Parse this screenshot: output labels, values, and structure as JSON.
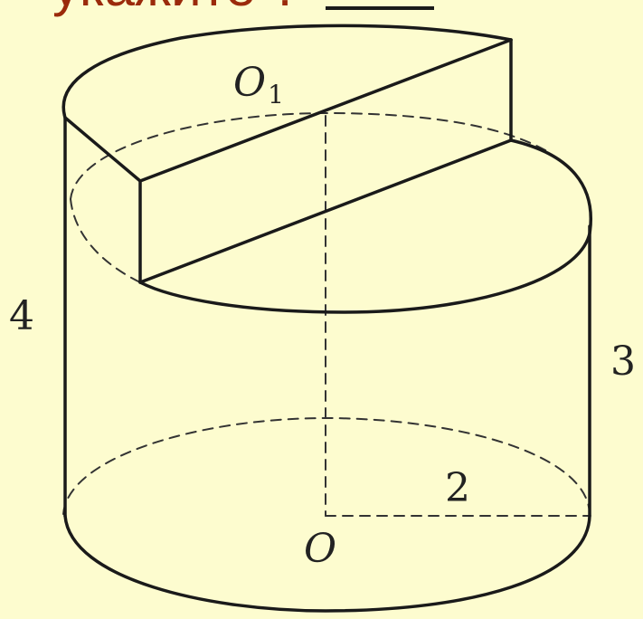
{
  "header": {
    "text": "укажите ?"
  },
  "labels": {
    "top_center": "O",
    "top_center_subscript": "1",
    "bottom_center": "O",
    "height_left": "4",
    "height_right": "3",
    "radius": "2"
  },
  "colors": {
    "background": "#fdfccf",
    "header_text": "#9b2a0b",
    "line": "#1a1a1a"
  }
}
